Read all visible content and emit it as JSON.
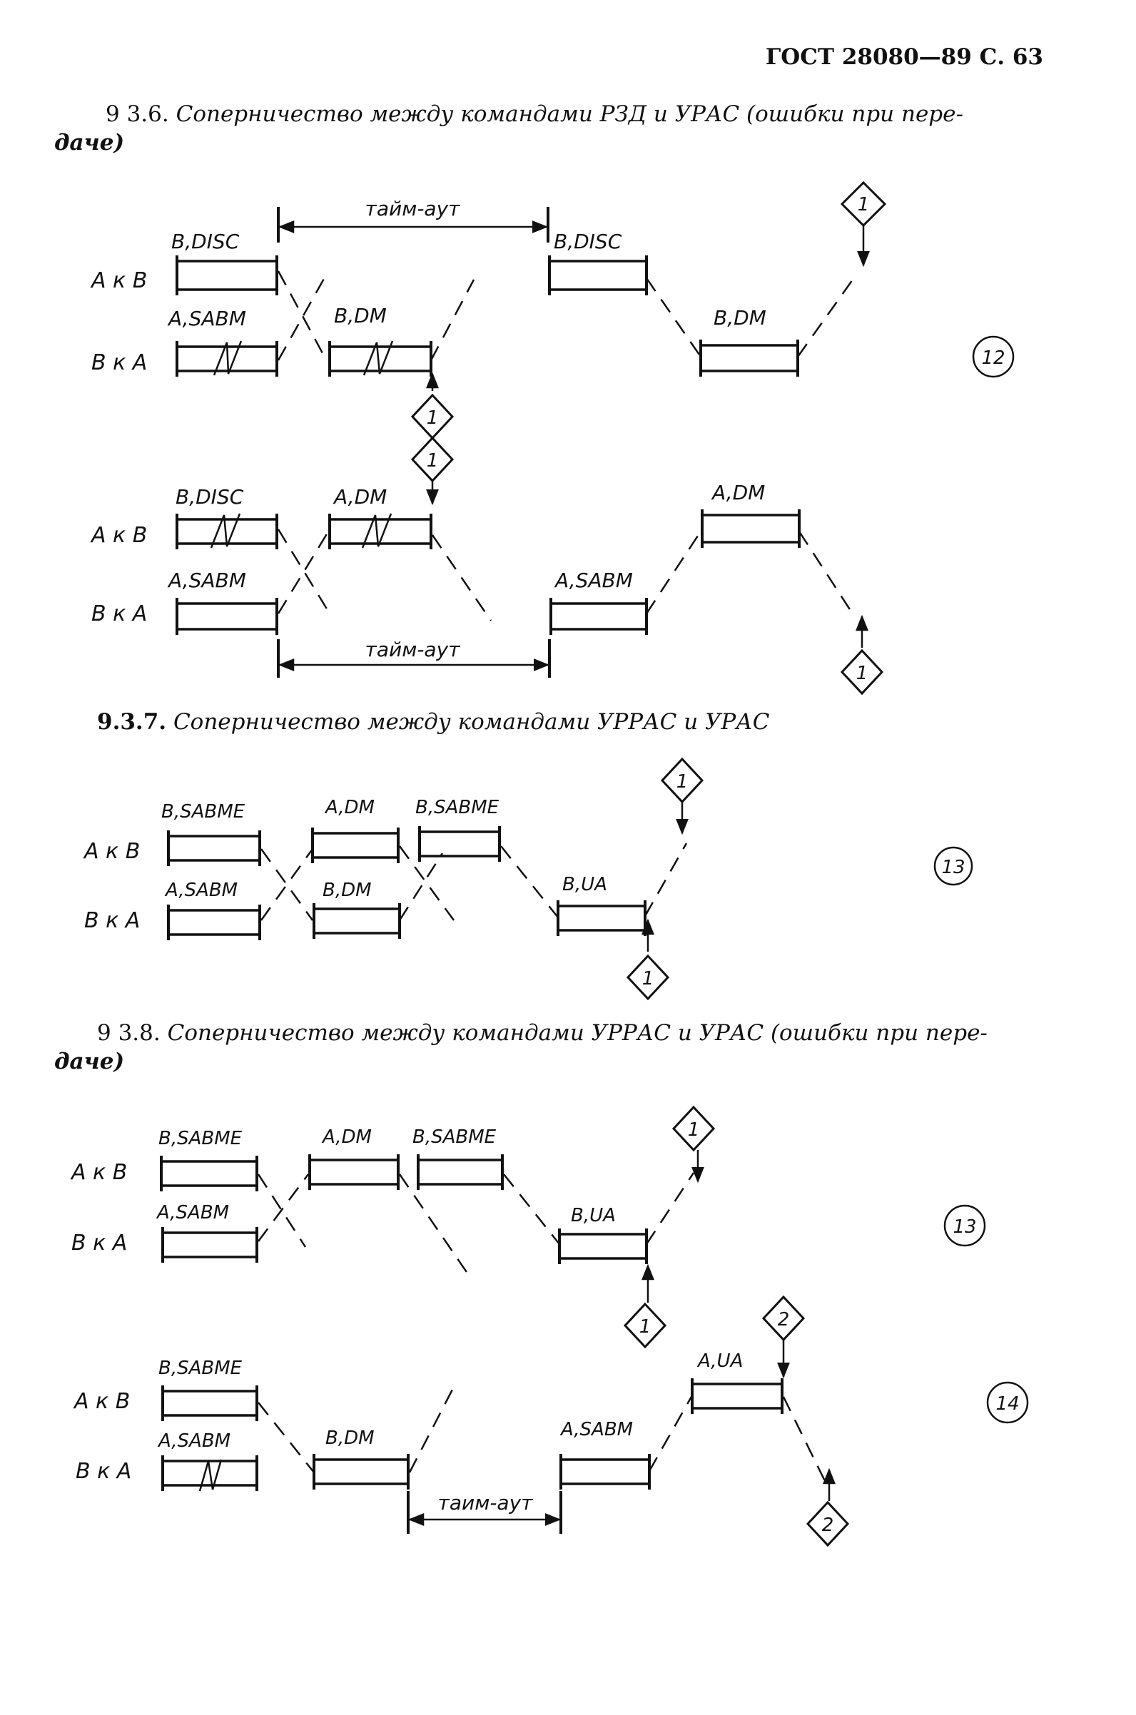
{
  "page_header": "ГОСТ 28080—89 С. 63",
  "section_936": {
    "number": "9 3.6.",
    "title_line1": "Соперничество между командами РЗД и УРАС (ошибки при пере-",
    "title_line2": "даче)"
  },
  "section_937": {
    "number": "9.3.7.",
    "title": "Соперничество между командами УРРАС и УРАС"
  },
  "section_938": {
    "number": "9 3.8.",
    "title_line1": "Соперничество между командами УРРАС и УРАС (ошибки при пере-",
    "title_line2": "даче)"
  },
  "rows": {
    "a_to_b": "А к В",
    "b_to_a": "В к А"
  },
  "frames": {
    "b_disc": "B,DISC",
    "a_sabm": "A,SABM",
    "b_dm": "B,DM",
    "a_dm": "A,DM",
    "b_sabme": "B,SABME",
    "b_ua": "B,UA",
    "a_ua": "A,UA"
  },
  "timeout": "тайм-аут",
  "timeout_alt": "таим-аут",
  "markers": {
    "one": "1",
    "two": "2"
  },
  "diagram_numbers": {
    "d12": "12",
    "d13": "13",
    "d14": "14"
  }
}
